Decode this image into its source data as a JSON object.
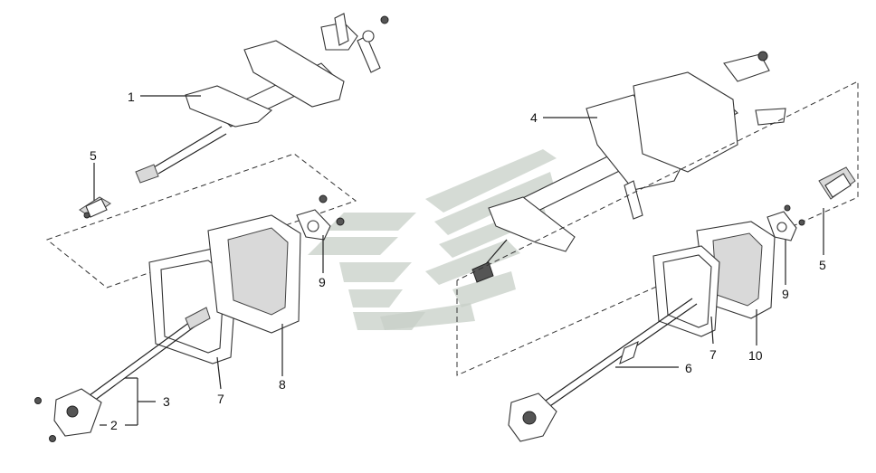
{
  "callouts": {
    "c1": "1",
    "c2": "2",
    "c3": "3",
    "c4": "4",
    "c5a": "5",
    "c5b": "5",
    "c6": "6",
    "c7a": "7",
    "c7b": "7",
    "c8": "8",
    "c9a": "9",
    "c9b": "9",
    "c10": "10"
  },
  "colors": {
    "line": "#222222",
    "watermark": "#c7cfc7"
  }
}
